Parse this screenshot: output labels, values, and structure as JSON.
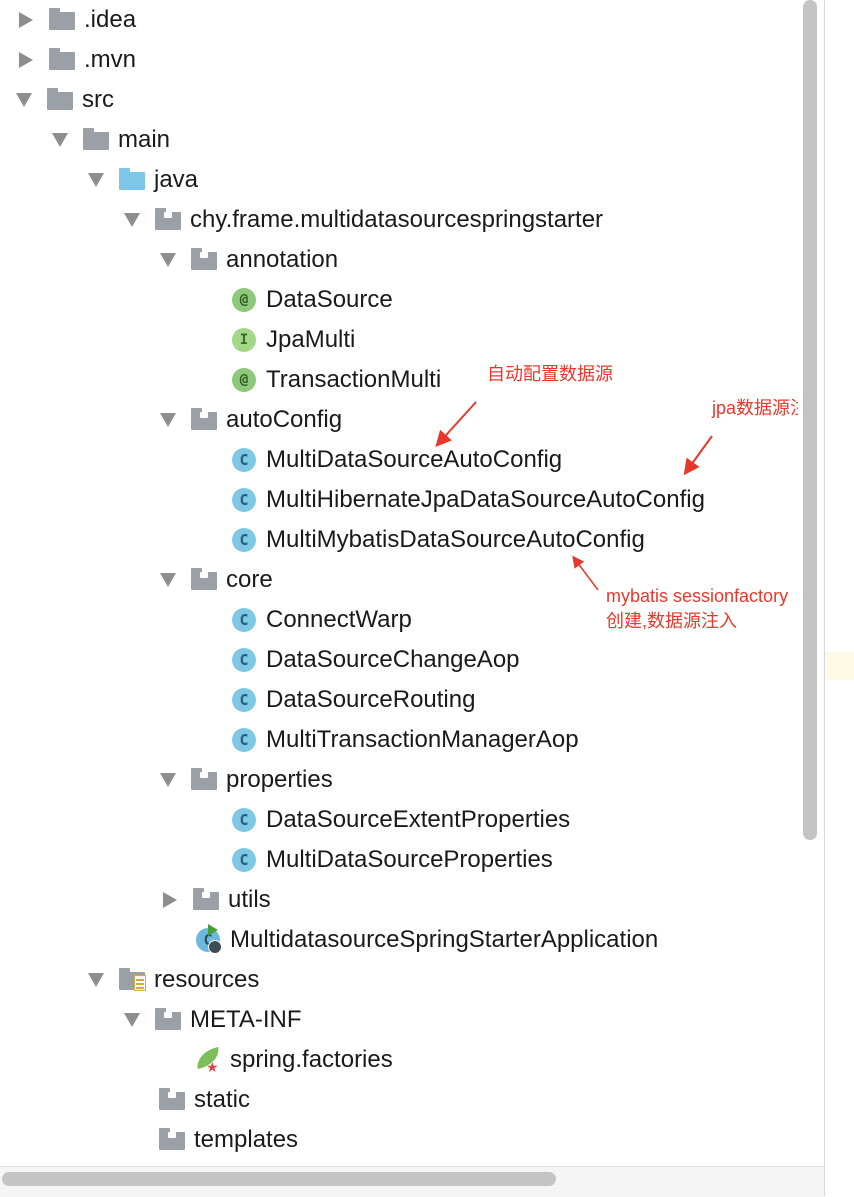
{
  "tree": {
    "idea": ".idea",
    "mvn": ".mvn",
    "src": "src",
    "main": "main",
    "java": "java",
    "package": "chy.frame.multidatasourcespringstarter",
    "annotation": "annotation",
    "datasource": "DataSource",
    "jpamulti": "JpaMulti",
    "transactionmulti": "TransactionMulti",
    "autoconfig": "autoConfig",
    "multidatasourceautoconfig": "MultiDataSourceAutoConfig",
    "multihibernate": "MultiHibernateJpaDataSourceAutoConfig",
    "multimybatis": "MultiMybatisDataSourceAutoConfig",
    "core": "core",
    "connectwarp": "ConnectWarp",
    "datasourcechangeaop": "DataSourceChangeAop",
    "datasourcerouting": "DataSourceRouting",
    "multitransactionmanageraop": "MultiTransactionManagerAop",
    "properties": "properties",
    "datasourceextentproperties": "DataSourceExtentProperties",
    "multidatasourceproperties": "MultiDataSourceProperties",
    "utils": "utils",
    "application": "MultidatasourceSpringStarterApplication",
    "resources": "resources",
    "metainf": "META-INF",
    "springfactories": "spring.factories",
    "static": "static",
    "templates": "templates"
  },
  "icons": {
    "class_letter": "C",
    "annotation_letter": "@",
    "interface_letter": "I"
  },
  "annotations": {
    "auto_datasource": "自动配置数据源",
    "jpa_inject": "jpa数据源注入",
    "mybatis_line1": "mybatis sessionfactory",
    "mybatis_line2": "创建,数据源注入"
  },
  "colors": {
    "annotation_red": "#e8382b",
    "class_icon": "#7cc8e6",
    "annotation_icon": "#8dc97b"
  }
}
